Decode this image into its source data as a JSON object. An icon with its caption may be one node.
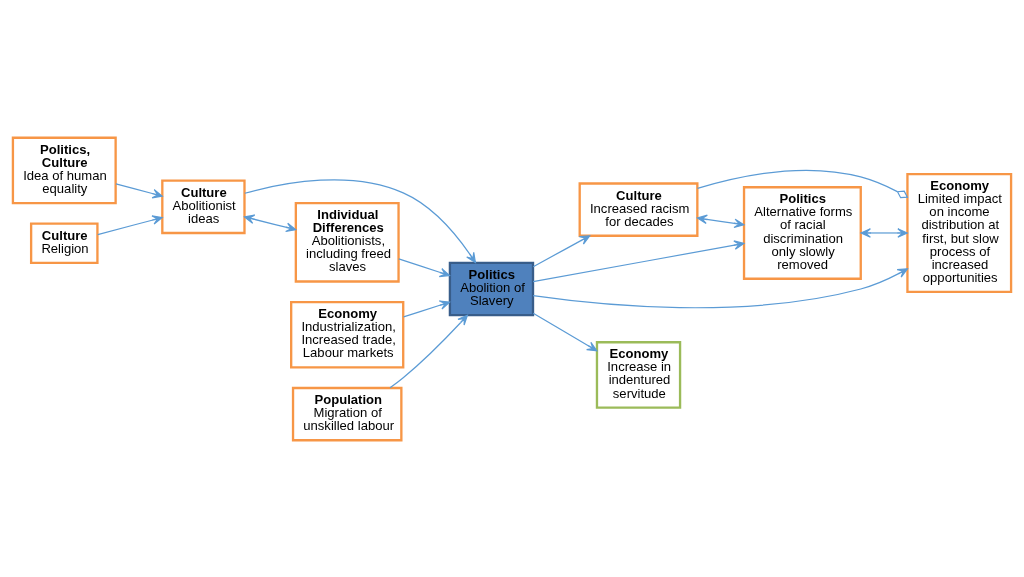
{
  "diagram": {
    "nodes": [
      {
        "text": [
          "Politics, Culture",
          "Idea of human equality"
        ]
      },
      {
        "text": [
          "Culture",
          "Abolitionist ideas"
        ]
      },
      {
        "text": [
          "Politics",
          "Abolition of Slavery"
        ]
      },
      {
        "text": [
          "Culture",
          "Increased racism for decades"
        ]
      },
      {
        "text": [
          "Economy",
          "Limited impact on income distribution at first, but slow process of increased opportunities"
        ]
      },
      {
        "text": [
          "Culture",
          "Religion"
        ]
      },
      {
        "text": [
          "Economy",
          "Industrialization, Increased trade, Labour markets"
        ]
      },
      {
        "text": [
          "Population",
          "Migration of unskilled labour"
        ]
      },
      {
        "text": [
          "Individual Differences",
          "Abolitionists, including freed slaves"
        ]
      },
      {
        "text": [
          "Politics",
          "Alternative forms of racial discrimination only slowly removed"
        ]
      },
      {
        "text": [
          "Economy",
          "Increase in indentured servitude"
        ]
      }
    ],
    "edges": [
      {
        "from": 0,
        "to": 1,
        "arrow": "to"
      },
      {
        "from": 1,
        "to": 2,
        "arrow": "to"
      },
      {
        "from": 5,
        "to": 1,
        "arrow": "to"
      },
      {
        "from": 6,
        "to": 2,
        "arrow": "to"
      },
      {
        "from": 7,
        "to": 2,
        "arrow": "to"
      },
      {
        "from": 1,
        "to": 8,
        "arrow": "both"
      },
      {
        "from": 8,
        "to": 2,
        "arrow": "to"
      },
      {
        "from": 2,
        "to": 4,
        "arrow": "to"
      },
      {
        "from": 2,
        "to": 3,
        "arrow": "to"
      },
      {
        "from": 3,
        "to": 4,
        "arrow": "other"
      },
      {
        "from": 2,
        "to": 9,
        "arrow": "to"
      },
      {
        "from": 2,
        "to": 10,
        "arrow": "to"
      },
      {
        "from": 3,
        "to": 9,
        "arrow": "both"
      },
      {
        "from": 9,
        "to": 4,
        "arrow": "both"
      }
    ]
  }
}
